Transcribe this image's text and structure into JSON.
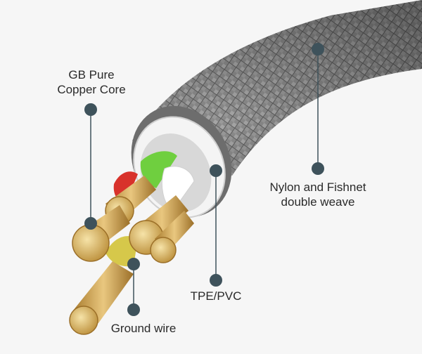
{
  "labels": {
    "copper_core": [
      "GB Pure",
      "Copper Core"
    ],
    "nylon_weave": [
      "Nylon and Fishnet",
      "double weave"
    ],
    "jacket": "TPE/PVC",
    "ground": "Ground wire"
  },
  "colors": {
    "background": "#f6f6f6",
    "marker": "#3e525b",
    "braid": "#8c8c8c",
    "braid_dark": "#5f5f5f",
    "jacket": "#f4f4f4",
    "copper": "#c9a04a",
    "copper_light": "#ecd08c",
    "wire_green": "#6fcf3f",
    "wire_red": "#d8322b",
    "wire_white": "#ffffff",
    "wire_yellow": "#d6c84a"
  }
}
